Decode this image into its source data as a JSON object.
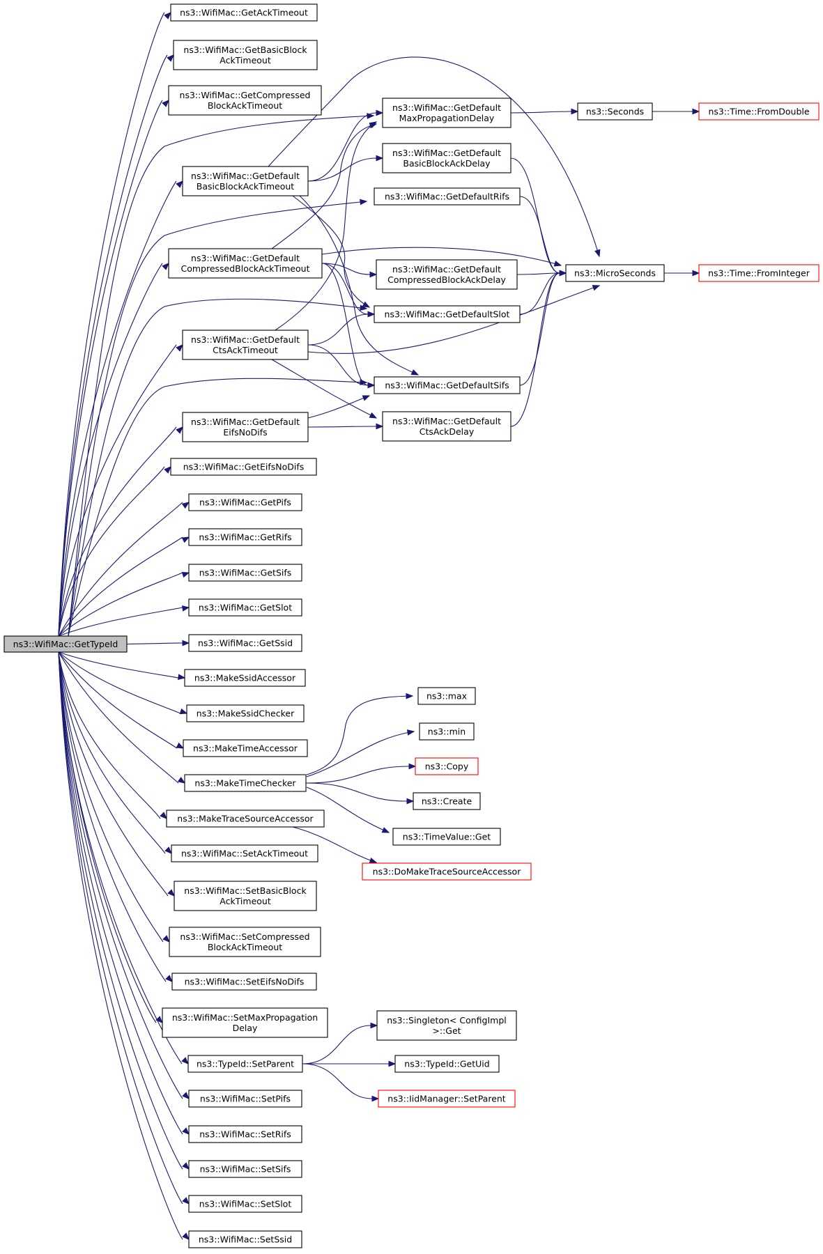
{
  "colors": {
    "edge": "#191970",
    "normal_border": "#000000",
    "truncated_border": "#ff0000",
    "root_fill": "#bfbfbf",
    "node_fill": "#ffffff"
  },
  "nodes": [
    {
      "id": "root",
      "lines": [
        "ns3::WifiMac::GetTypeId"
      ],
      "style": "root"
    },
    {
      "id": "n_getacktimeout",
      "lines": [
        "ns3::WifiMac::GetAckTimeout"
      ],
      "style": "normal"
    },
    {
      "id": "n_getbasicblockacktimeout",
      "lines": [
        "ns3::WifiMac::GetBasicBlock",
        "AckTimeout"
      ],
      "style": "normal"
    },
    {
      "id": "n_getcompressedblockacktimeout",
      "lines": [
        "ns3::WifiMac::GetCompressed",
        "BlockAckTimeout"
      ],
      "style": "normal"
    },
    {
      "id": "n_getdefaultbasicblockacktimeout",
      "lines": [
        "ns3::WifiMac::GetDefault",
        "BasicBlockAckTimeout"
      ],
      "style": "normal"
    },
    {
      "id": "n_getdefaultcompressedblockacktimeout",
      "lines": [
        "ns3::WifiMac::GetDefault",
        "CompressedBlockAckTimeout"
      ],
      "style": "normal"
    },
    {
      "id": "n_getdefaultctsacktimeout",
      "lines": [
        "ns3::WifiMac::GetDefault",
        "CtsAckTimeout"
      ],
      "style": "normal"
    },
    {
      "id": "n_getdefaulteifsnodifs",
      "lines": [
        "ns3::WifiMac::GetDefault",
        "EifsNoDifs"
      ],
      "style": "normal"
    },
    {
      "id": "n_geteifsnodifs",
      "lines": [
        "ns3::WifiMac::GetEifsNoDifs"
      ],
      "style": "normal"
    },
    {
      "id": "n_getpifs",
      "lines": [
        "ns3::WifiMac::GetPifs"
      ],
      "style": "normal"
    },
    {
      "id": "n_getrifs",
      "lines": [
        "ns3::WifiMac::GetRifs"
      ],
      "style": "normal"
    },
    {
      "id": "n_getsifs",
      "lines": [
        "ns3::WifiMac::GetSifs"
      ],
      "style": "normal"
    },
    {
      "id": "n_getslot",
      "lines": [
        "ns3::WifiMac::GetSlot"
      ],
      "style": "normal"
    },
    {
      "id": "n_getssid",
      "lines": [
        "ns3::WifiMac::GetSsid"
      ],
      "style": "normal"
    },
    {
      "id": "n_makessidaccessor",
      "lines": [
        "ns3::MakeSsidAccessor"
      ],
      "style": "normal"
    },
    {
      "id": "n_makessidchecker",
      "lines": [
        "ns3::MakeSsidChecker"
      ],
      "style": "normal"
    },
    {
      "id": "n_maketimeaccessor",
      "lines": [
        "ns3::MakeTimeAccessor"
      ],
      "style": "normal"
    },
    {
      "id": "n_maketimechecker",
      "lines": [
        "ns3::MakeTimeChecker"
      ],
      "style": "normal"
    },
    {
      "id": "n_maketracesourceaccessor",
      "lines": [
        "ns3::MakeTraceSourceAccessor"
      ],
      "style": "normal"
    },
    {
      "id": "n_setacktimeout",
      "lines": [
        "ns3::WifiMac::SetAckTimeout"
      ],
      "style": "normal"
    },
    {
      "id": "n_setbasicblockacktimeout",
      "lines": [
        "ns3::WifiMac::SetBasicBlock",
        "AckTimeout"
      ],
      "style": "normal"
    },
    {
      "id": "n_setcompressedblockacktimeout",
      "lines": [
        "ns3::WifiMac::SetCompressed",
        "BlockAckTimeout"
      ],
      "style": "normal"
    },
    {
      "id": "n_seteifsnodifs",
      "lines": [
        "ns3::WifiMac::SetEifsNoDifs"
      ],
      "style": "normal"
    },
    {
      "id": "n_setmaxpropagationdelay",
      "lines": [
        "ns3::WifiMac::SetMaxPropagation",
        "Delay"
      ],
      "style": "normal"
    },
    {
      "id": "n_typeid_setparent",
      "lines": [
        "ns3::TypeId::SetParent"
      ],
      "style": "normal"
    },
    {
      "id": "n_setpifs",
      "lines": [
        "ns3::WifiMac::SetPifs"
      ],
      "style": "normal"
    },
    {
      "id": "n_setrifs",
      "lines": [
        "ns3::WifiMac::SetRifs"
      ],
      "style": "normal"
    },
    {
      "id": "n_setsifs",
      "lines": [
        "ns3::WifiMac::SetSifs"
      ],
      "style": "normal"
    },
    {
      "id": "n_setslot",
      "lines": [
        "ns3::WifiMac::SetSlot"
      ],
      "style": "normal"
    },
    {
      "id": "n_setssid",
      "lines": [
        "ns3::WifiMac::SetSsid"
      ],
      "style": "normal"
    },
    {
      "id": "n_getdefaultmaxpropagationdelay",
      "lines": [
        "ns3::WifiMac::GetDefault",
        "MaxPropagationDelay"
      ],
      "style": "normal"
    },
    {
      "id": "n_getdefaultbasicblockackdelay",
      "lines": [
        "ns3::WifiMac::GetDefault",
        "BasicBlockAckDelay"
      ],
      "style": "normal"
    },
    {
      "id": "n_getdefaultrifs",
      "lines": [
        "ns3::WifiMac::GetDefaultRifs"
      ],
      "style": "normal"
    },
    {
      "id": "n_getdefaultcompressedblockackdelay",
      "lines": [
        "ns3::WifiMac::GetDefault",
        "CompressedBlockAckDelay"
      ],
      "style": "normal"
    },
    {
      "id": "n_getdefaultslot",
      "lines": [
        "ns3::WifiMac::GetDefaultSlot"
      ],
      "style": "normal"
    },
    {
      "id": "n_getdefaultsifs",
      "lines": [
        "ns3::WifiMac::GetDefaultSifs"
      ],
      "style": "normal"
    },
    {
      "id": "n_getdefaultctsackdelay",
      "lines": [
        "ns3::WifiMac::GetDefault",
        "CtsAckDelay"
      ],
      "style": "normal"
    },
    {
      "id": "n_seconds",
      "lines": [
        "ns3::Seconds"
      ],
      "style": "normal"
    },
    {
      "id": "n_microseconds",
      "lines": [
        "ns3::MicroSeconds"
      ],
      "style": "normal"
    },
    {
      "id": "n_time_fromdouble",
      "lines": [
        "ns3::Time::FromDouble"
      ],
      "style": "truncated"
    },
    {
      "id": "n_time_frominteger",
      "lines": [
        "ns3::Time::FromInteger"
      ],
      "style": "truncated"
    },
    {
      "id": "n_max",
      "lines": [
        "ns3::max"
      ],
      "style": "normal"
    },
    {
      "id": "n_min",
      "lines": [
        "ns3::min"
      ],
      "style": "normal"
    },
    {
      "id": "n_copy",
      "lines": [
        "ns3::Copy"
      ],
      "style": "truncated"
    },
    {
      "id": "n_create",
      "lines": [
        "ns3::Create"
      ],
      "style": "normal"
    },
    {
      "id": "n_timevalue_get",
      "lines": [
        "ns3::TimeValue::Get"
      ],
      "style": "normal"
    },
    {
      "id": "n_domaketracesourceaccessor",
      "lines": [
        "ns3::DoMakeTraceSourceAccessor"
      ],
      "style": "truncated"
    },
    {
      "id": "n_singleton_get",
      "lines": [
        "ns3::Singleton< ConfigImpl",
        " >::Get"
      ],
      "style": "normal"
    },
    {
      "id": "n_typeid_getuid",
      "lines": [
        "ns3::TypeId::GetUid"
      ],
      "style": "normal"
    },
    {
      "id": "n_iidmanager_setparent",
      "lines": [
        "ns3::IidManager::SetParent"
      ],
      "style": "truncated"
    }
  ],
  "edges": [
    [
      "root",
      "n_getacktimeout"
    ],
    [
      "root",
      "n_getbasicblockacktimeout"
    ],
    [
      "root",
      "n_getcompressedblockacktimeout"
    ],
    [
      "root",
      "n_getdefaultbasicblockacktimeout"
    ],
    [
      "root",
      "n_getdefaultmaxpropagationdelay"
    ],
    [
      "root",
      "n_getdefaultrifs"
    ],
    [
      "root",
      "n_getdefaultcompressedblockacktimeout"
    ],
    [
      "root",
      "n_getdefaultslot"
    ],
    [
      "root",
      "n_getdefaultctsacktimeout"
    ],
    [
      "root",
      "n_getdefaultsifs"
    ],
    [
      "root",
      "n_getdefaulteifsnodifs"
    ],
    [
      "root",
      "n_geteifsnodifs"
    ],
    [
      "root",
      "n_getpifs"
    ],
    [
      "root",
      "n_getrifs"
    ],
    [
      "root",
      "n_getsifs"
    ],
    [
      "root",
      "n_getslot"
    ],
    [
      "root",
      "n_getssid"
    ],
    [
      "root",
      "n_makessidaccessor"
    ],
    [
      "root",
      "n_makessidchecker"
    ],
    [
      "root",
      "n_maketimeaccessor"
    ],
    [
      "root",
      "n_maketimechecker"
    ],
    [
      "root",
      "n_maketracesourceaccessor"
    ],
    [
      "root",
      "n_setacktimeout"
    ],
    [
      "root",
      "n_setbasicblockacktimeout"
    ],
    [
      "root",
      "n_setcompressedblockacktimeout"
    ],
    [
      "root",
      "n_seteifsnodifs"
    ],
    [
      "root",
      "n_setmaxpropagationdelay"
    ],
    [
      "root",
      "n_typeid_setparent"
    ],
    [
      "root",
      "n_setpifs"
    ],
    [
      "root",
      "n_setrifs"
    ],
    [
      "root",
      "n_setsifs"
    ],
    [
      "root",
      "n_setslot"
    ],
    [
      "root",
      "n_setssid"
    ],
    [
      "n_getdefaultbasicblockacktimeout",
      "n_getdefaultmaxpropagationdelay"
    ],
    [
      "n_getdefaultbasicblockacktimeout",
      "n_getdefaultbasicblockackdelay"
    ],
    [
      "n_getdefaultbasicblockacktimeout",
      "n_microseconds"
    ],
    [
      "n_getdefaultbasicblockacktimeout",
      "n_getdefaultslot"
    ],
    [
      "n_getdefaultbasicblockacktimeout",
      "n_getdefaultsifs"
    ],
    [
      "n_getdefaultcompressedblockacktimeout",
      "n_getdefaultmaxpropagationdelay"
    ],
    [
      "n_getdefaultcompressedblockacktimeout",
      "n_microseconds"
    ],
    [
      "n_getdefaultcompressedblockacktimeout",
      "n_getdefaultcompressedblockackdelay"
    ],
    [
      "n_getdefaultcompressedblockacktimeout",
      "n_getdefaultslot"
    ],
    [
      "n_getdefaultcompressedblockacktimeout",
      "n_getdefaultsifs"
    ],
    [
      "n_getdefaultctsacktimeout",
      "n_getdefaultmaxpropagationdelay"
    ],
    [
      "n_getdefaultctsacktimeout",
      "n_getdefaultslot"
    ],
    [
      "n_getdefaultctsacktimeout",
      "n_microseconds"
    ],
    [
      "n_getdefaultctsacktimeout",
      "n_getdefaultsifs"
    ],
    [
      "n_getdefaultctsacktimeout",
      "n_getdefaultctsackdelay"
    ],
    [
      "n_getdefaulteifsnodifs",
      "n_getdefaultsifs"
    ],
    [
      "n_getdefaulteifsnodifs",
      "n_getdefaultctsackdelay"
    ],
    [
      "n_getdefaultmaxpropagationdelay",
      "n_seconds"
    ],
    [
      "n_seconds",
      "n_time_fromdouble"
    ],
    [
      "n_getdefaultbasicblockackdelay",
      "n_microseconds"
    ],
    [
      "n_getdefaultrifs",
      "n_microseconds"
    ],
    [
      "n_getdefaultcompressedblockackdelay",
      "n_microseconds"
    ],
    [
      "n_getdefaultslot",
      "n_microseconds"
    ],
    [
      "n_getdefaultsifs",
      "n_microseconds"
    ],
    [
      "n_getdefaultctsackdelay",
      "n_microseconds"
    ],
    [
      "n_microseconds",
      "n_time_frominteger"
    ],
    [
      "n_maketimechecker",
      "n_max"
    ],
    [
      "n_maketimechecker",
      "n_min"
    ],
    [
      "n_maketimechecker",
      "n_copy"
    ],
    [
      "n_maketimechecker",
      "n_create"
    ],
    [
      "n_maketimechecker",
      "n_timevalue_get"
    ],
    [
      "n_maketracesourceaccessor",
      "n_domaketracesourceaccessor"
    ],
    [
      "n_typeid_setparent",
      "n_singleton_get"
    ],
    [
      "n_typeid_setparent",
      "n_typeid_getuid"
    ],
    [
      "n_typeid_setparent",
      "n_iidmanager_setparent"
    ]
  ]
}
